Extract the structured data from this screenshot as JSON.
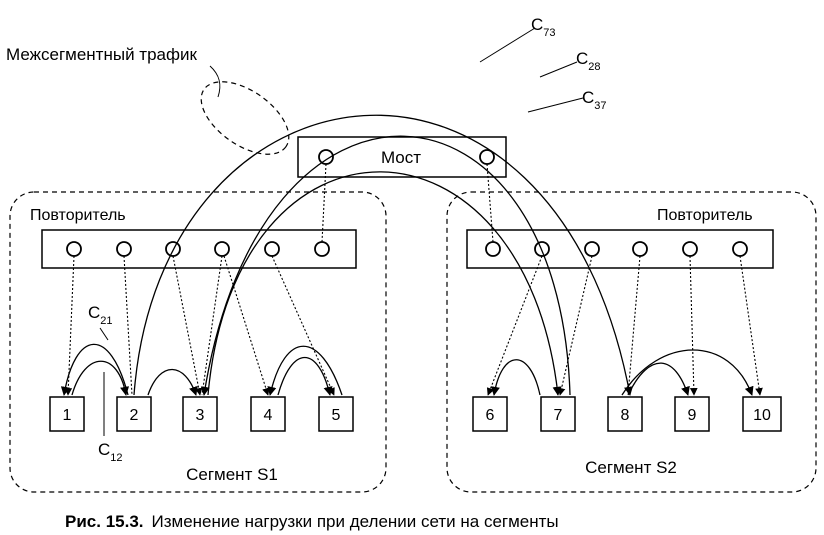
{
  "bridge": {
    "label": "Мост"
  },
  "segments": [
    {
      "repeater_label": "Повторитель",
      "name": "Сегмент S1"
    },
    {
      "repeater_label": "Повторитель",
      "name": "Сегмент S2"
    }
  ],
  "nodes": [
    "1",
    "2",
    "3",
    "4",
    "5",
    "6",
    "7",
    "8",
    "9",
    "10"
  ],
  "intersegment_label": "Межсегментный трафик",
  "flows": [
    {
      "base": "C",
      "sub": "73"
    },
    {
      "base": "C",
      "sub": "28"
    },
    {
      "base": "C",
      "sub": "37"
    },
    {
      "base": "C",
      "sub": "21"
    },
    {
      "base": "C",
      "sub": "12"
    }
  ],
  "caption": {
    "prefix": "Рис. 15.3.",
    "text": "Изменение нагрузки при делении сети на сегменты"
  }
}
